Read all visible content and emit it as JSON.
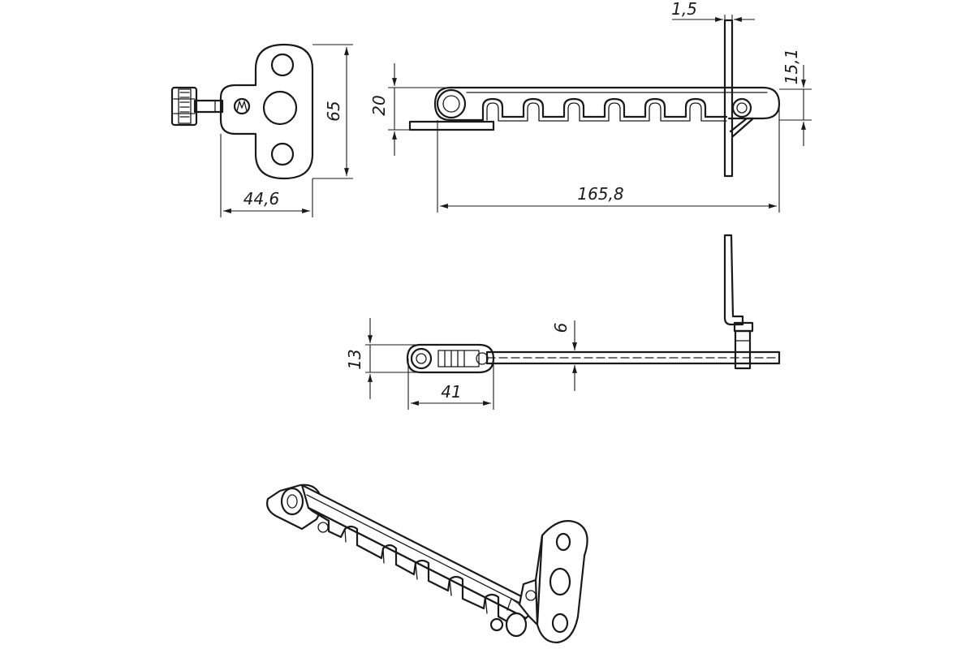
{
  "dimensions": {
    "side_width": "44,6",
    "side_height": "65",
    "top_height": "20",
    "plate_thickness": "1,5",
    "end_height": "15,1",
    "total_length": "165,8",
    "bar_height": "13",
    "hole_size": "6",
    "slider_length": "41"
  },
  "colors": {
    "line": "#1a1a1a",
    "background": "#ffffff"
  }
}
